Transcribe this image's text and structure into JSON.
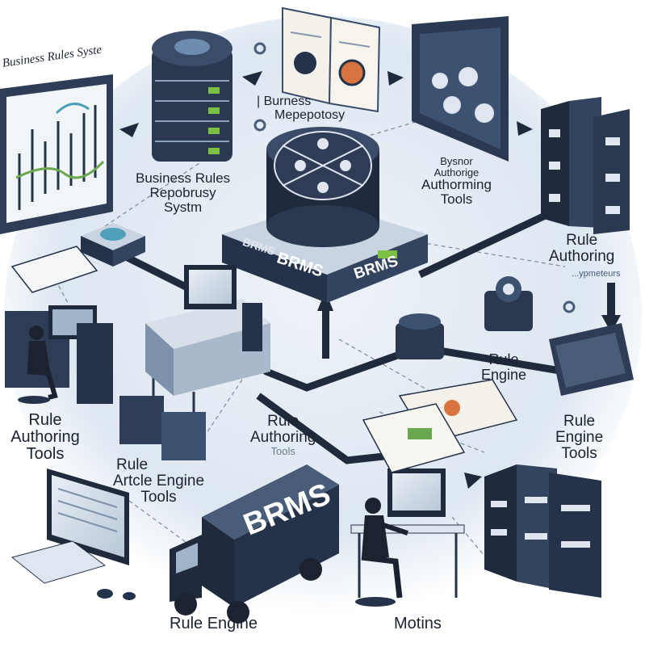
{
  "colors": {
    "background": "#ffffff",
    "halo": "#e3ecf4",
    "navy": "#24324a",
    "steel": "#4a5d78",
    "light_panel": "#dfe6ef",
    "accent_green": "#7bc043",
    "accent_orange": "#d9733f",
    "text": "#1b2230"
  },
  "labels": {
    "top_left_sign": "Business Rules Syste",
    "repository_top": [
      "| Burness",
      "Mepepotosy"
    ],
    "repository_system": [
      "Business Rules",
      "Repobrusy",
      "Systm"
    ],
    "authoring_tools_top": [
      "Bysnor",
      "Authorige",
      "Authorming",
      "Tools"
    ],
    "rule_authoring_right": [
      "Rule",
      "Authoring"
    ],
    "rule_authoring_right_sub": "...ypmeteurs",
    "hub_brand_left": "BRMS",
    "hub_brand_center": "BRMS",
    "hub_brand_right": "BRMS",
    "rule_engine_mid": [
      "Rule",
      "Engine"
    ],
    "rule_engine_tools_right": [
      "Rule",
      "Engine",
      "Tools"
    ],
    "rule_authoring_left": [
      "Rule",
      "Authoring",
      "Tools"
    ],
    "rule_authoring_center": [
      "Rule",
      "Authoring",
      "Tools"
    ],
    "rule_article_engine": [
      "Rule",
      "Artcle Engine",
      "Tools"
    ],
    "truck_brand": "BRMS",
    "rule_engine_bottom": "Rule Engine",
    "motins": "Motins"
  },
  "icons": [
    "monitor-dashboard-icon",
    "database-stack-icon",
    "document-panels-icon",
    "control-panel-icon",
    "server-rack-icon",
    "brms-hub-icon",
    "router-device-icon",
    "workstation-desk-icon",
    "person-at-desk-icon",
    "flowchart-document-icon",
    "computer-monitor-icon",
    "delivery-truck-icon",
    "server-cluster-icon",
    "gear-icon",
    "arrow-icon"
  ]
}
